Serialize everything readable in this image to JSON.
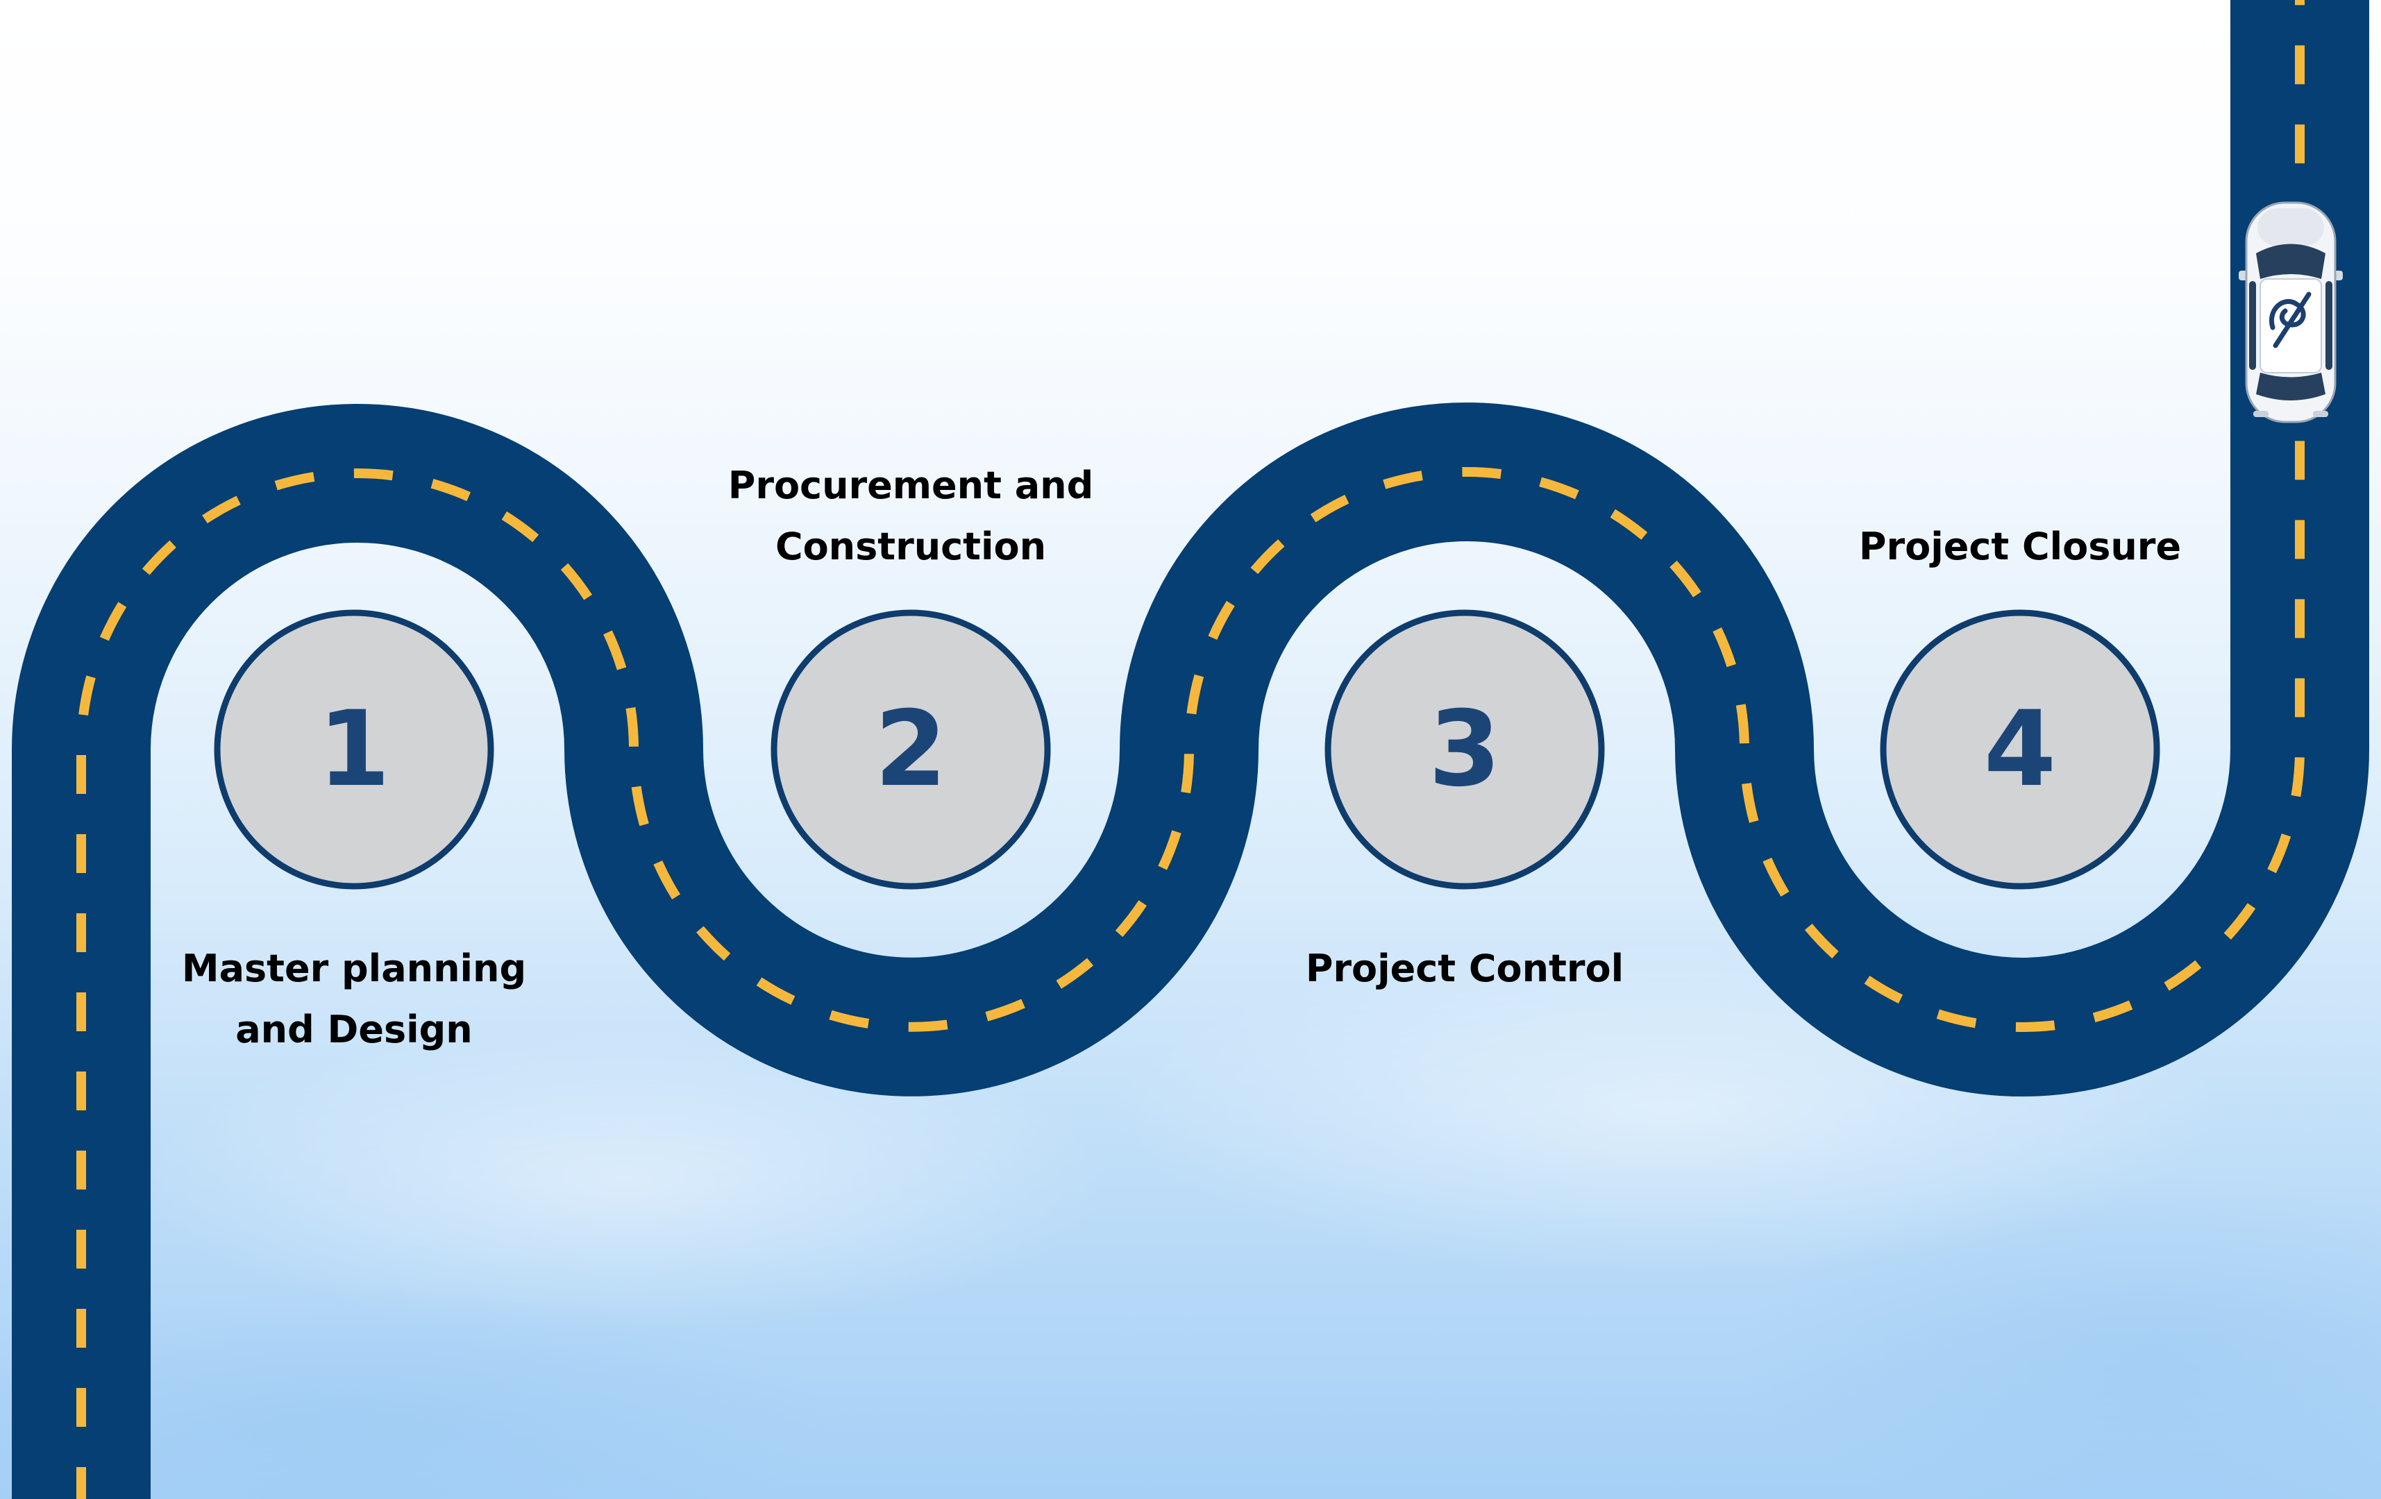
{
  "colors": {
    "road": "#053f73",
    "lane_dash": "#f6b83c",
    "circle_fill": "#d2d3d5",
    "circle_stroke": "#0e3c6d",
    "number": "#1c4577",
    "label": "#000000",
    "car_body": "#f2f4f7",
    "car_glass": "#27405e"
  },
  "steps": [
    {
      "number": "1",
      "label": "Master planning\nand Design"
    },
    {
      "number": "2",
      "label": "Procurement and\nConstruction"
    },
    {
      "number": "3",
      "label": "Project Control"
    },
    {
      "number": "4",
      "label": "Project Closure"
    }
  ],
  "car": {
    "icon": "car-icon",
    "logo_icon": "brand-logo-icon"
  }
}
